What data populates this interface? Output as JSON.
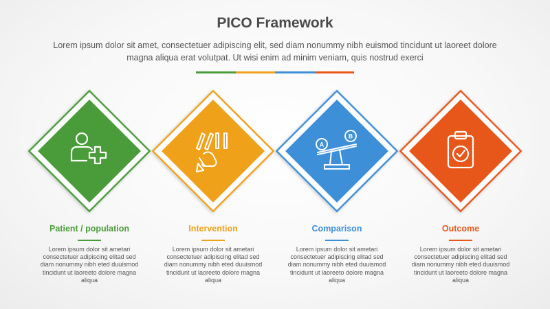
{
  "header": {
    "title": "PICO Framework",
    "subtitle": "Lorem ipsum dolor sit amet, consectetuer adipiscing elit, sed diam nonummy nibh euismod tincidunt ut laoreet dolore magna aliqua erat volutpat. Ut wisi enim ad minim veniam, quis nostrud exerci"
  },
  "divider_colors": [
    "#4a9c3a",
    "#f0a11a",
    "#3d8fd8",
    "#e8571a"
  ],
  "stages": [
    {
      "title": "Patient / population",
      "color": "#4a9c3a",
      "icon": "patient-add-icon",
      "description": "Lorem ipsum dolor sit ametari consectetuer adipiscing elitad sed diam nonummy nibh eted duuismod tincidunt ut laoreeto dolore magna aliqua"
    },
    {
      "title": "Intervention",
      "color": "#f0a11a",
      "icon": "hand-domino-icon",
      "description": "Lorem ipsum dolor sit ametari consectetuer adipiscing elitad sed diam nonummy nibh eted duuismod tincidunt ut laoreeto dolore magna aliqua"
    },
    {
      "title": "Comparison",
      "color": "#3d8fd8",
      "icon": "balance-scale-icon",
      "icon_labels": [
        "A",
        "B"
      ],
      "description": "Lorem ipsum dolor sit ametari consectetuer adipiscing elitad sed diam nonummy nibh eted duuismod tincidunt ut laoreeto dolore magna aliqua"
    },
    {
      "title": "Outcome",
      "color": "#e8571a",
      "icon": "clipboard-check-icon",
      "description": "Lorem ipsum dolor sit ametari consectetuer adipiscing elitad sed diam nonummy nibh eted duuismod tincidunt ut laoreeto dolore magna aliqua"
    }
  ]
}
